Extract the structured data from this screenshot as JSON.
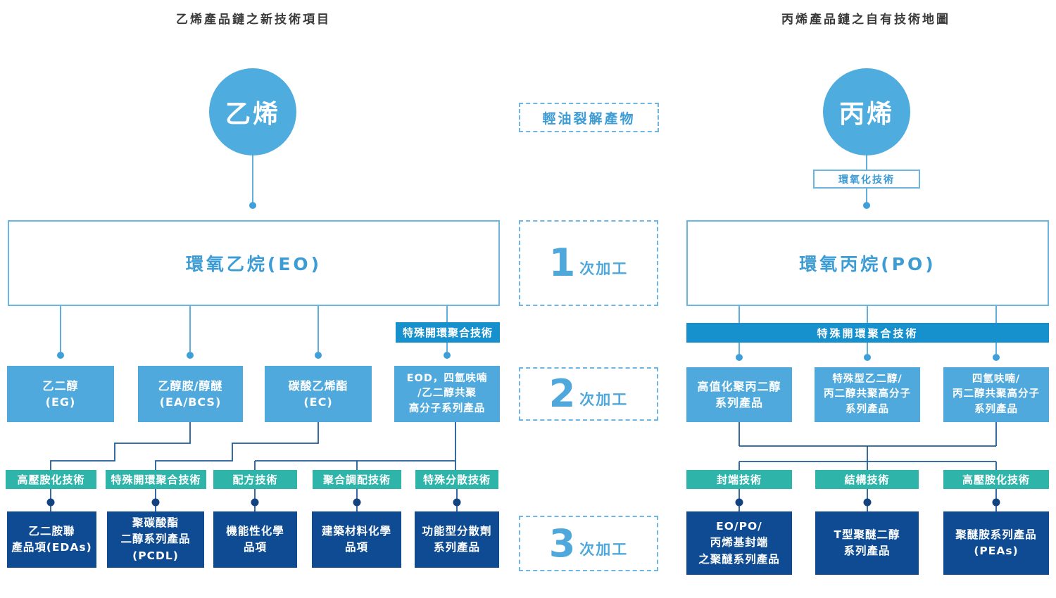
{
  "left_chain": {
    "title": "乙烯產品鏈之新技術項目",
    "root": "乙烯",
    "level1": "環氧乙烷(EO)",
    "overlay_tech_label": "特殊開環聚合技術",
    "level2": [
      {
        "text": "乙二醇\n(EG)"
      },
      {
        "text": "乙醇胺/醇醚\n(EA/BCS)"
      },
      {
        "text": "碳酸乙烯酯\n(EC)"
      },
      {
        "text": "EOD，四氫呋喃\n/乙二醇共聚\n高分子系列產品"
      }
    ],
    "tech_labels": [
      {
        "label": "高壓胺化技術"
      },
      {
        "label": "特殊開環聚合技術"
      },
      {
        "label": "配方技術"
      },
      {
        "label": "聚合調配技術"
      },
      {
        "label": "特殊分散技術"
      }
    ],
    "level3": [
      {
        "text": "乙二胺聯\n產品項(EDAs)"
      },
      {
        "text": "聚碳酸酯\n二醇系列產品\n(PCDL)"
      },
      {
        "text": "機能性化學\n品項"
      },
      {
        "text": "建築材料化學\n品項"
      },
      {
        "text": "功能型分散劑\n系列產品"
      }
    ]
  },
  "right_chain": {
    "title": "丙烯產品鏈之自有技術地圖",
    "root": "丙烯",
    "epoxidation_label": "環氧化技術",
    "level1": "環氧丙烷(PO)",
    "bar_label": "特殊開環聚合技術",
    "level2": [
      {
        "text": "高值化聚丙二醇\n系列產品"
      },
      {
        "text": "特殊型乙二醇/\n丙二醇共聚高分子\n系列產品"
      },
      {
        "text": "四氫呋喃/\n丙二醇共聚高分子\n系列產品"
      }
    ],
    "tech_labels": [
      {
        "label": "封端技術"
      },
      {
        "label": "結構技術"
      },
      {
        "label": "高壓胺化技術"
      }
    ],
    "level3": [
      {
        "text": "EO/PO/\n丙烯基封端\n之聚醚系列產品"
      },
      {
        "text": "T型聚醚二醇\n系列產品"
      },
      {
        "text": "聚醚胺系列產品\n(PEAs)"
      }
    ]
  },
  "center": {
    "feedstock_label": "輕油裂解產物",
    "stages": [
      {
        "num": "1",
        "suffix": "次加工"
      },
      {
        "num": "2",
        "suffix": "次加工"
      },
      {
        "num": "3",
        "suffix": "次加工"
      }
    ]
  },
  "colors": {
    "accent_light_blue": "#4FA9DC",
    "circle_blue": "#4FACDF",
    "outline_blue": "#6CB5E0",
    "text_blue": "#3D9CD4",
    "bar_blue": "#1691CE",
    "teal": "#2FB4A9",
    "navy": "#0E4B93",
    "connector_dark": "#1F5C99",
    "title_gray": "#3A3A3A"
  }
}
